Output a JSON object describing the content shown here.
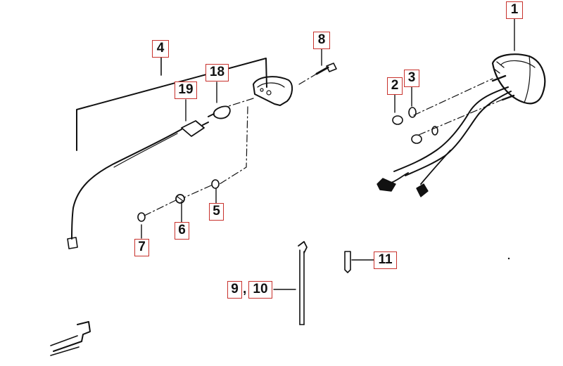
{
  "diagram": {
    "callouts": {
      "c1": "1",
      "c2": "2",
      "c3": "3",
      "c4": "4",
      "c5": "5",
      "c6": "6",
      "c7": "7",
      "c8": "8",
      "c9": "9",
      "c9_sep": ",",
      "c10": "10",
      "c11": "11",
      "c18": "18",
      "c19": "19"
    }
  },
  "colors": {
    "line": "#111111",
    "callout_border": "#c8312c",
    "background": "#ffffff"
  }
}
